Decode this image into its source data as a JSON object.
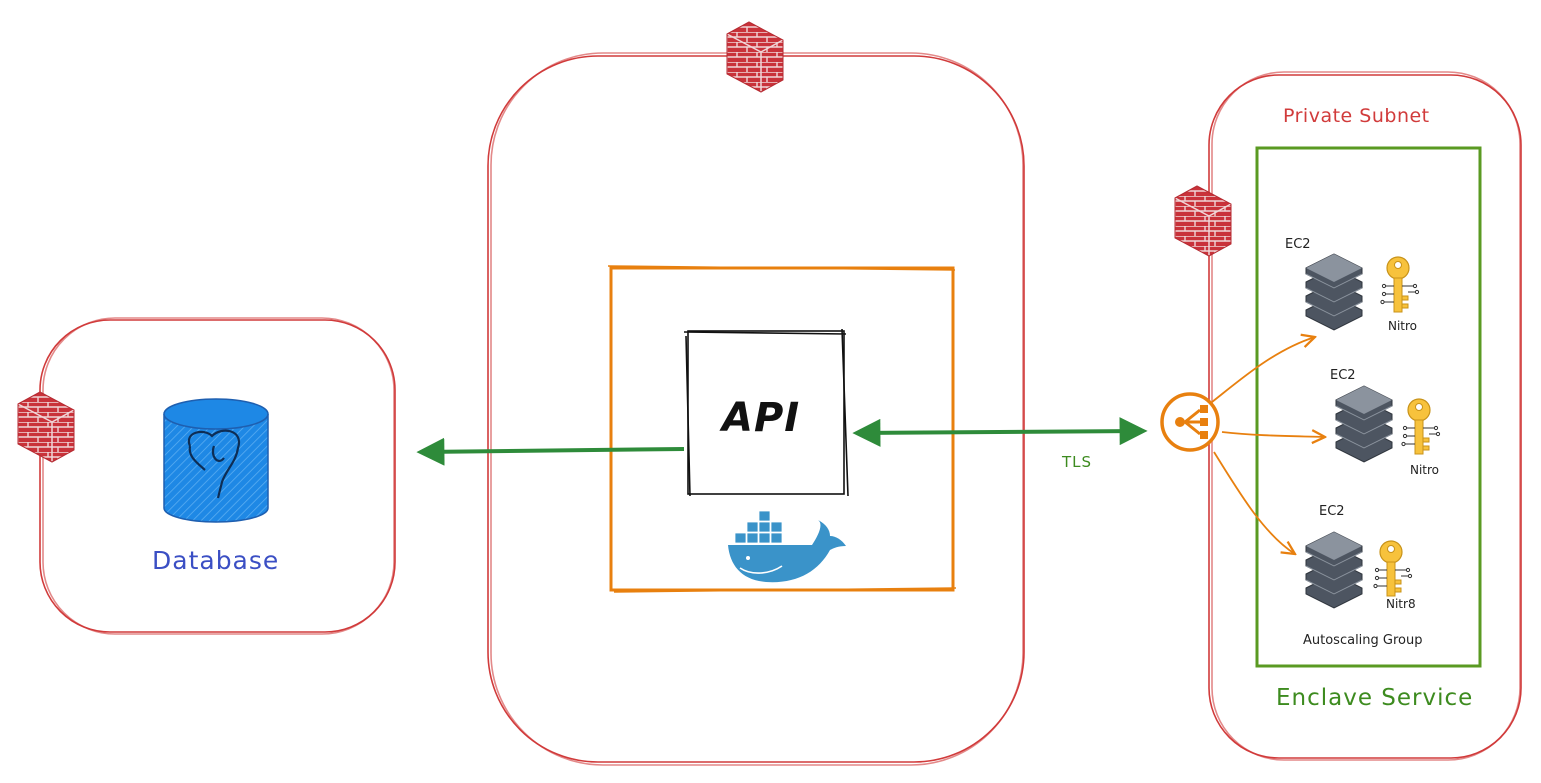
{
  "labels": {
    "database": "Database",
    "api": "API",
    "tls": "TLS",
    "private_subnet": "Private Subnet",
    "enclave_service": "Enclave Service",
    "autoscaling_group": "Autoscaling Group"
  },
  "instances": [
    {
      "type": "EC2",
      "key": "Nitro"
    },
    {
      "type": "EC2",
      "key": "Nitro"
    },
    {
      "type": "EC2",
      "key": "Nitr8"
    }
  ],
  "colors": {
    "boundary": "#d13b3b",
    "container": "#e8800f",
    "arrow": "#2e8b3a",
    "fanout": "#e8800f",
    "asg": "#5a9a22",
    "db": "#1e88e5",
    "docker": "#3a93c9"
  },
  "icons": {
    "firewall": "brick-firewall-icon",
    "database": "postgresql-database-icon",
    "container": "docker-whale-icon",
    "load_balancer": "load-balancer-icon",
    "server": "server-stack-icon",
    "key": "nitro-key-icon"
  }
}
